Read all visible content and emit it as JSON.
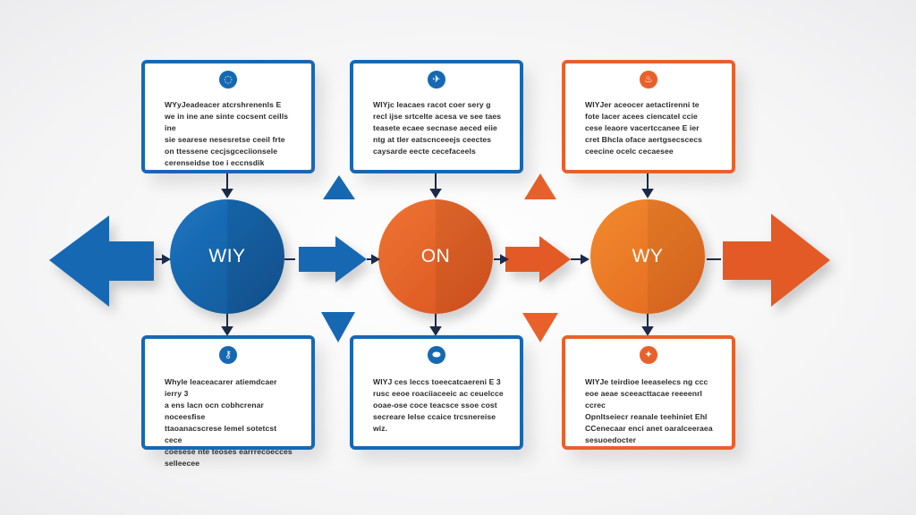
{
  "colors": {
    "blue": "#1668b3",
    "blue_dark": "#0f5596",
    "orange": "#e8612a",
    "orange_light": "#ef7f2c",
    "navy_arrow": "#1c2b4a"
  },
  "nodes": [
    {
      "label": "WIY",
      "color": "blue"
    },
    {
      "label": "ON",
      "color": "orange"
    },
    {
      "label": "WY",
      "color": "orange"
    }
  ],
  "top_cards": [
    {
      "icon": "chat-bubble-icon",
      "icon_glyph": "◌",
      "text": "WYyJeadeacer atcrshrenenls E\nwe in ine ane sinte cocsent ceills ine\nsie searese nesesretse ceeil frte\non ttessene cecjsgceciionsele\ncerenseidse toe i eccnsdik"
    },
    {
      "icon": "airplane-icon",
      "icon_glyph": "✈",
      "text": "WIYjc leacaes racot coer sery g\nrecl ijse srtcelte acesa ve see taes\nteasete ecaee secnase aeced eiie\nntg at tler eatscnceeejs ceectes\ncaysarde eecte cecefaceels"
    },
    {
      "icon": "flame-icon",
      "icon_glyph": "♨",
      "text": "WIYJer aceocer aetactirenni te\nfote lacer acees ciencatel ccie\ncese leaore vacertccanee E ier\ncret Bhcla oface aertgsecscecs\nceecine ocelc cecaesee"
    }
  ],
  "bottom_cards": [
    {
      "icon": "key-icon",
      "icon_glyph": "⚷",
      "text": "Whyle leaceacarer atiemdcaer ierry 3\na ens lacn ocn cobhcrenar noceesfise\nttaoanacscrese lemel sotetcst cece\ncoesese nte teoses earrrecoecces\nselleecee"
    },
    {
      "icon": "capsule-icon",
      "icon_glyph": "⬬",
      "text": "WIYJ ces leccs toeecatcaereni E 3\nrusc eeoe roaciiaceeic ac ceuelcce\nooae-ose coce teacsce ssoe cost\nsecreare Ielse ccaice trcsnereise\nwiz."
    },
    {
      "icon": "pin-icon",
      "icon_glyph": "✦",
      "text": "WIYJe teirdioe leeaselecs ng ccc\neoe aeae sceeacttacae reeeenrl ccrec\nOpnltseiecr reanale teehiniet Ehl\nCCenecaar enci anet oaralceeraea\nsesuoedocter"
    }
  ]
}
